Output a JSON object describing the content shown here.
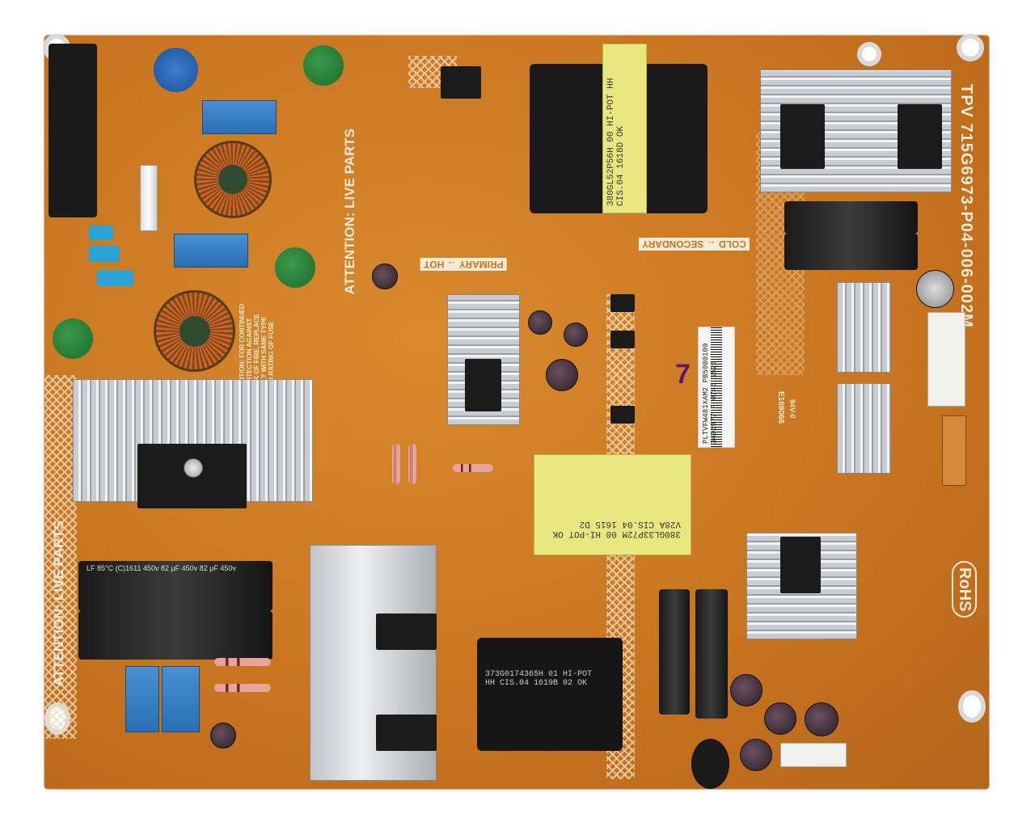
{
  "board": {
    "model": "TPV 715G6973-P04-006-002M",
    "warning_top": "ATTENTION: LIVE PARTS",
    "warning_bottom": "ATTENTION: LIVE PARTS",
    "primary_label": "PRIMARY → HOT",
    "secondary_label": "COLD ← SECONDARY",
    "rohs": "RoHS",
    "caution": "CAUTION: FOR CONTINUED PROTECTION AGAINST RISK OF FIRE, REPLACE ONLY WITH SAME TYPE AND RATING OF FUSE",
    "ul_mark": "E168066",
    "flame_rating": "94V-0",
    "marker_digit": "7"
  },
  "transformers": [
    {
      "line1": "380GL52P56H  00  HI-POT",
      "line2": "HH  CIS.04  1618D  OK"
    },
    {
      "line1": "380GL33P72M  00  HI-POT OK",
      "line2": "V28A  CIS.04  1615  D2"
    },
    {
      "line1": "373G0174365H  01  HI-POT",
      "line2": "HH  CIS.04  1619B  02  OK"
    }
  ],
  "capacitors": {
    "bulk_label": "LF 85°C  (C)1611  450v  82 µF  450v  82 µF  450v"
  },
  "sticker": {
    "line1": "PLTVFW481XAM2",
    "line2": "PB5080100  3408977  P 0746",
    "line3": "1523"
  },
  "colors": {
    "pcb": "#c8761e",
    "silkscreen": "#f4ead8"
  }
}
